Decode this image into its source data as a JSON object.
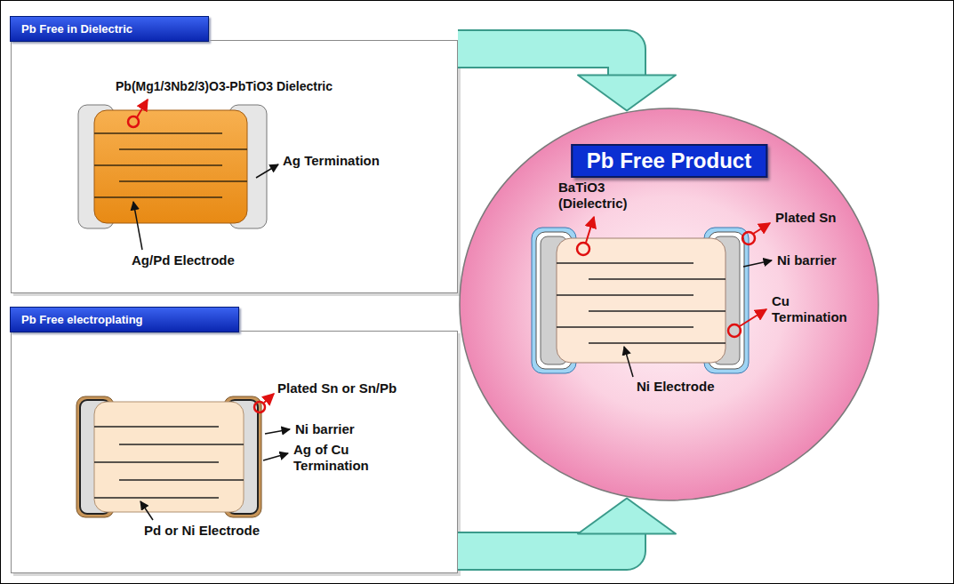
{
  "diagram": {
    "nodes": [
      {
        "text": [
          "Pb Free in Dielectric"
        ]
      },
      {
        "text": [
          "Pb Free electroplating"
        ]
      },
      {
        "text": [
          "Pb Free Product"
        ]
      }
    ],
    "edges": [
      {
        "from": 0,
        "to": 2,
        "arrow": "to"
      },
      {
        "from": 1,
        "to": 2,
        "arrow": "to"
      }
    ],
    "labels": [
      "Pb(Mg1/3Nb2/3)O3-PbTiO3 Dielectric",
      "Ag Termination",
      "Ag/Pd Electrode",
      "Plated Sn or Sn/Pb",
      "Ni barrier",
      "Ag of Cu Termination",
      "Pd or Ni Electrode",
      "BaTiO3 (Dielectric)",
      "Plated Sn",
      "Ni barrier",
      "Cu Termination",
      "Ni Electrode"
    ]
  }
}
